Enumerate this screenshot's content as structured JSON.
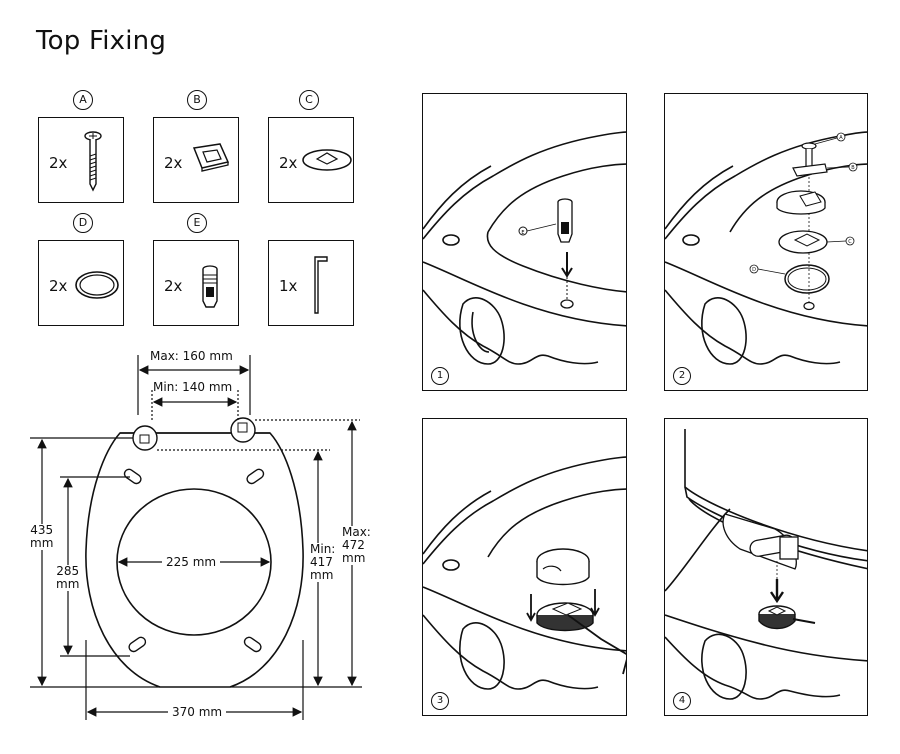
{
  "title": "Top Fixing",
  "parts": [
    {
      "letter": "A",
      "qty": "2x",
      "icon": "bolt-icon"
    },
    {
      "letter": "B",
      "qty": "2x",
      "icon": "rubber-pad-icon"
    },
    {
      "letter": "C",
      "qty": "2x",
      "icon": "washer-icon"
    },
    {
      "letter": "D",
      "qty": "2x",
      "icon": "ring-icon"
    },
    {
      "letter": "E",
      "qty": "2x",
      "icon": "expansion-anchor-icon"
    },
    {
      "letter": "",
      "qty": "1x",
      "icon": "allen-key-icon"
    }
  ],
  "steps": [
    "1",
    "2",
    "3",
    "4"
  ],
  "step_callouts": {
    "step1": [
      "E"
    ],
    "step2": [
      "A",
      "B",
      "C",
      "D"
    ]
  },
  "dimensions": {
    "max_hinge": "Max: 160 mm",
    "min_hinge": "Min:  140 mm",
    "total_length": "435\nmm",
    "inner_length": "285\nmm",
    "inner_width": "225 mm",
    "outer_width": "370 mm",
    "min_depth": "Min:\n417\nmm",
    "max_depth": "Max:\n472\nmm"
  },
  "colors": {
    "line": "#111111",
    "background": "#ffffff"
  }
}
